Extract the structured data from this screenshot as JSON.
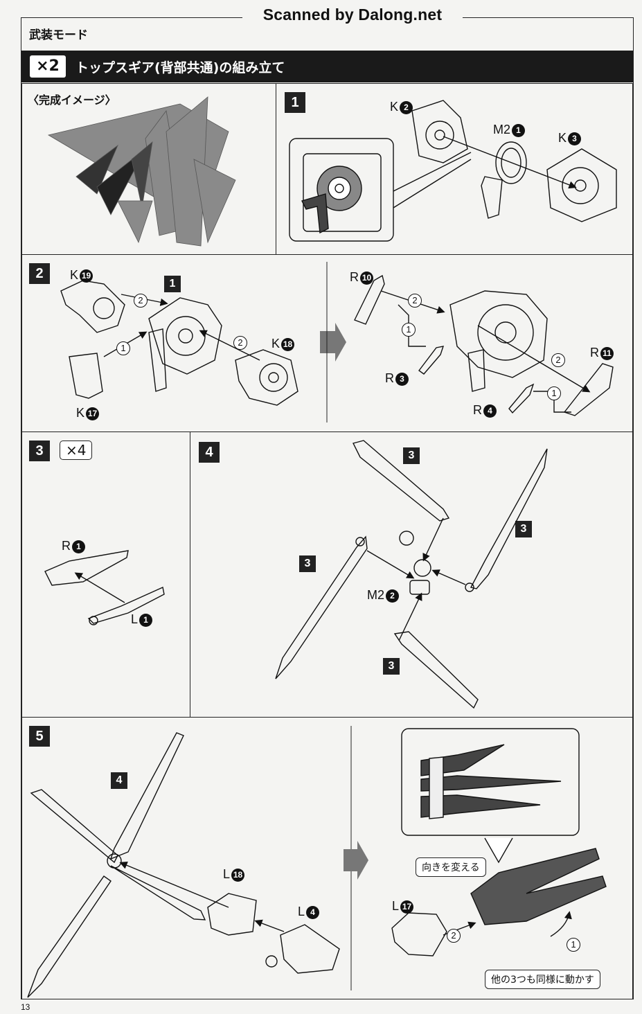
{
  "watermark": "Scanned by Dalong.net",
  "mode_title": "武装モード",
  "banner": {
    "multiplier": "×2",
    "title": "トップスギア(背部共通)の組み立て"
  },
  "image_title": "〈完成イメージ〉",
  "steps": {
    "s1": "1",
    "s2": "2",
    "s2ref": "1",
    "s3": "3",
    "s3mult": "×4",
    "s4": "4",
    "s5": "5",
    "s5ref": "4",
    "s4sub": "3"
  },
  "parts": {
    "k2": {
      "letter": "K",
      "n": "2"
    },
    "m2_1": {
      "letter": "M2",
      "n": "1"
    },
    "k3": {
      "letter": "K",
      "n": "3"
    },
    "k19": {
      "letter": "K",
      "n": "19"
    },
    "k18": {
      "letter": "K",
      "n": "18"
    },
    "k17": {
      "letter": "K",
      "n": "17"
    },
    "r10": {
      "letter": "R",
      "n": "10"
    },
    "r11": {
      "letter": "R",
      "n": "11"
    },
    "r3": {
      "letter": "R",
      "n": "3"
    },
    "r4": {
      "letter": "R",
      "n": "4"
    },
    "r1": {
      "letter": "R",
      "n": "1"
    },
    "l1": {
      "letter": "L",
      "n": "1"
    },
    "m2_2": {
      "letter": "M2",
      "n": "2"
    },
    "l18": {
      "letter": "L",
      "n": "18"
    },
    "l4": {
      "letter": "L",
      "n": "4"
    },
    "l17": {
      "letter": "L",
      "n": "17"
    }
  },
  "callouts": {
    "turn": "向きを変える",
    "same": "他の3つも同様に動かす"
  },
  "order": {
    "one": "1",
    "two": "2"
  },
  "page_number": "13"
}
